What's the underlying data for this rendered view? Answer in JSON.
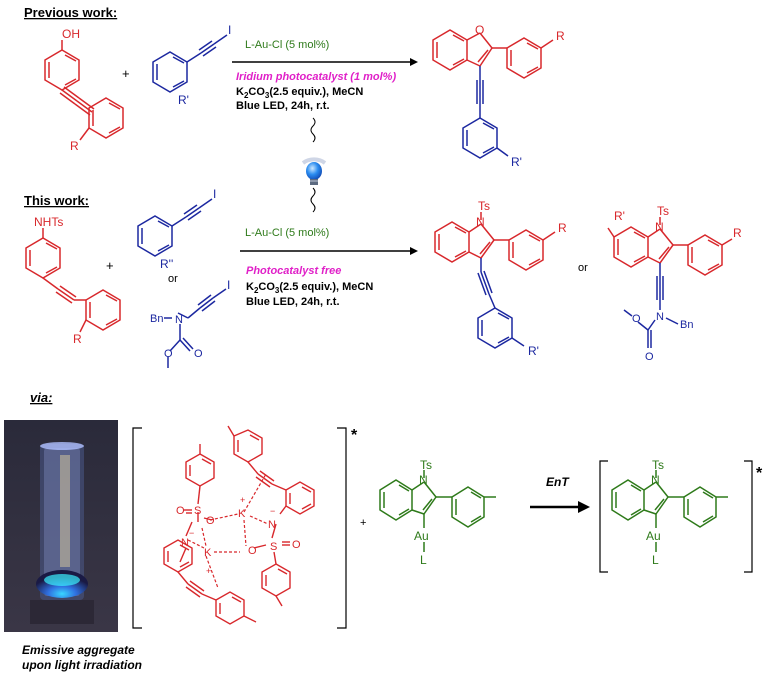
{
  "sections": {
    "previous": "Previous work:",
    "this": "This work:",
    "via": "via:"
  },
  "atoms": {
    "OH": "OH",
    "I": "I",
    "O": "O",
    "NHTs": "NHTs",
    "Ts": "Ts",
    "N": "N",
    "Bn": "Bn",
    "Au": "Au",
    "L": "L",
    "K": "K",
    "S": "S",
    "plus_charge": "+",
    "minus_charge": "−"
  },
  "substituents": {
    "R": "R",
    "R_prime": "R'",
    "R_double_prime": "R''"
  },
  "top_conditions": {
    "catalyst": "L-Au-Cl (5 mol%)",
    "photocatalyst": "Iridium photocatalyst (1 mol%)",
    "base_main": "K",
    "base_sub": "2",
    "base_rest": "CO",
    "base_sub2": "3",
    "base_tail": "(2.5 equiv.), MeCN",
    "light": "Blue LED, 24h, r.t."
  },
  "bottom_conditions": {
    "catalyst": "L-Au-Cl (5 mol%)",
    "photocatalyst": "Photocatalyst free",
    "base_main": "K",
    "base_sub": "2",
    "base_rest": "CO",
    "base_sub2": "3",
    "base_tail": "(2.5 equiv.), MeCN",
    "light": "Blue LED, 24h, r.t."
  },
  "connectors": {
    "plus": "+",
    "or": "or",
    "star": "*"
  },
  "mechanism": {
    "energy_transfer": "EnT"
  },
  "photo_caption": {
    "line1": "Emissive aggregate",
    "line2": "upon light irradiation"
  },
  "colors": {
    "red": "#d8282c",
    "blue": "#1c28a0",
    "green": "#2e7a1a",
    "magenta": "#e020c8",
    "black": "#000000"
  }
}
